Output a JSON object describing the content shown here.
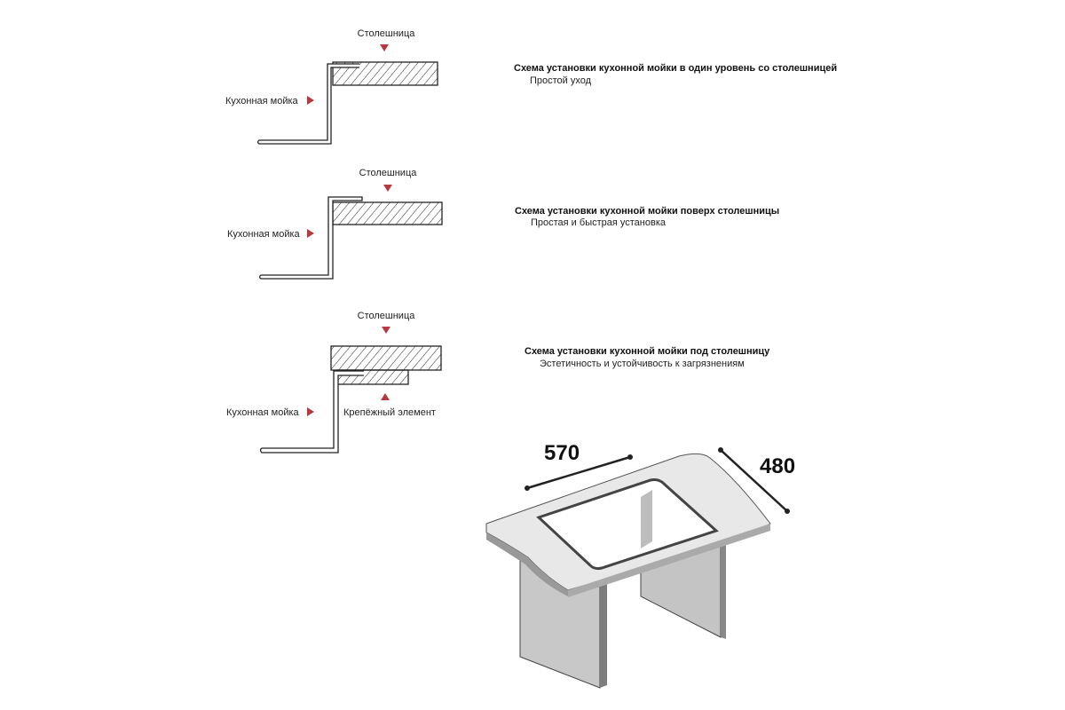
{
  "labels": {
    "countertop": "Столешница",
    "sink": "Кухонная мойка",
    "fastener": "Крепёжный элемент"
  },
  "schemes": [
    {
      "title": "Схема установки кухонной мойки в один уровень со столешницей",
      "subtitle": "Простой уход"
    },
    {
      "title": "Схема установки кухонной мойки поверх столешницы",
      "subtitle": "Простая и быстрая установка"
    },
    {
      "title": "Схема установки кухонной мойки под столешницу",
      "subtitle": "Эстетичность и устойчивость к загрязнениям"
    }
  ],
  "dimensions": {
    "width": "570",
    "depth": "480"
  },
  "colors": {
    "arrow": "#b5393f",
    "line": "#222222",
    "panel": "#c8c8c8",
    "top": "#e6e6e6"
  }
}
